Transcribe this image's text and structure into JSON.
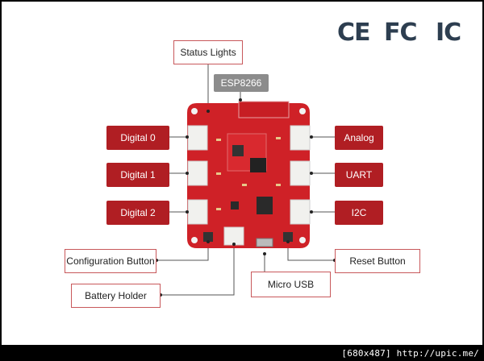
{
  "certifications": [
    "CE",
    "FC",
    "IC"
  ],
  "labels": {
    "status_lights": "Status Lights",
    "esp8266": "ESP8266",
    "digital0": "Digital 0",
    "digital1": "Digital 1",
    "digital2": "Digital 2",
    "analog": "Analog",
    "uart": "UART",
    "i2c": "I2C",
    "configuration_button": "Configuration Button",
    "reset_button": "Reset Button",
    "battery_holder": "Battery Holder",
    "micro_usb": "Micro USB"
  },
  "watermark": "[680x487] http://upic.me/",
  "colors": {
    "board": "#cf2127",
    "label_red": "#b01e23",
    "cert": "#2d3e50"
  }
}
